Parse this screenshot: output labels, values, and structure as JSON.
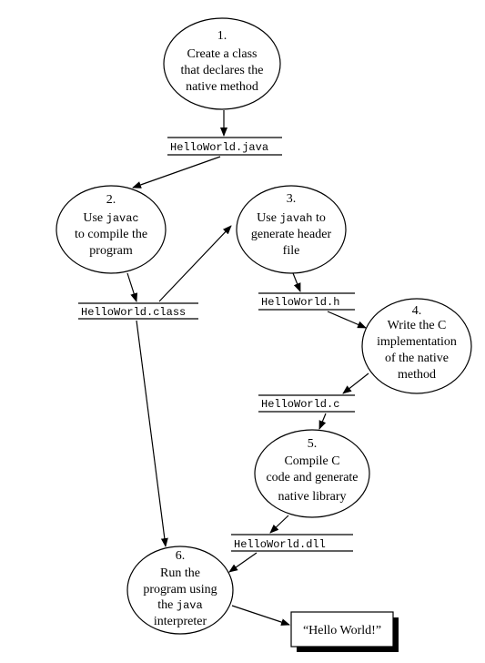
{
  "steps": [
    {
      "num": "1.",
      "lines": [
        {
          "t": "Create a class"
        },
        {
          "t": "that declares the"
        },
        {
          "t": "native method"
        }
      ]
    },
    {
      "num": "2.",
      "lines": [
        {
          "t": "Use ",
          "code": "javac"
        },
        {
          "t": "to compile the"
        },
        {
          "t": "program"
        }
      ]
    },
    {
      "num": "3.",
      "lines": [
        {
          "t": "Use ",
          "code": "javah",
          "after": " to"
        },
        {
          "t": "generate header"
        },
        {
          "t": "file"
        }
      ]
    },
    {
      "num": "4.",
      "lines": [
        {
          "t": "Write the C"
        },
        {
          "t": "implementation"
        },
        {
          "t": "of the native"
        },
        {
          "t": "method"
        }
      ]
    },
    {
      "num": "5.",
      "lines": [
        {
          "t": "Compile C"
        },
        {
          "t": "code and generate"
        },
        {
          "t": "native library"
        }
      ]
    },
    {
      "num": "6.",
      "lines": [
        {
          "t": "Run the"
        },
        {
          "t": "program using"
        },
        {
          "t": "the ",
          "code": "java"
        },
        {
          "t": "interpreter"
        }
      ]
    }
  ],
  "files": {
    "java": "HelloWorld.java",
    "class": "HelloWorld.class",
    "h": "HelloWorld.h",
    "c": "HelloWorld.c",
    "dll": "HelloWorld.dll"
  },
  "output": "“Hello World!”"
}
